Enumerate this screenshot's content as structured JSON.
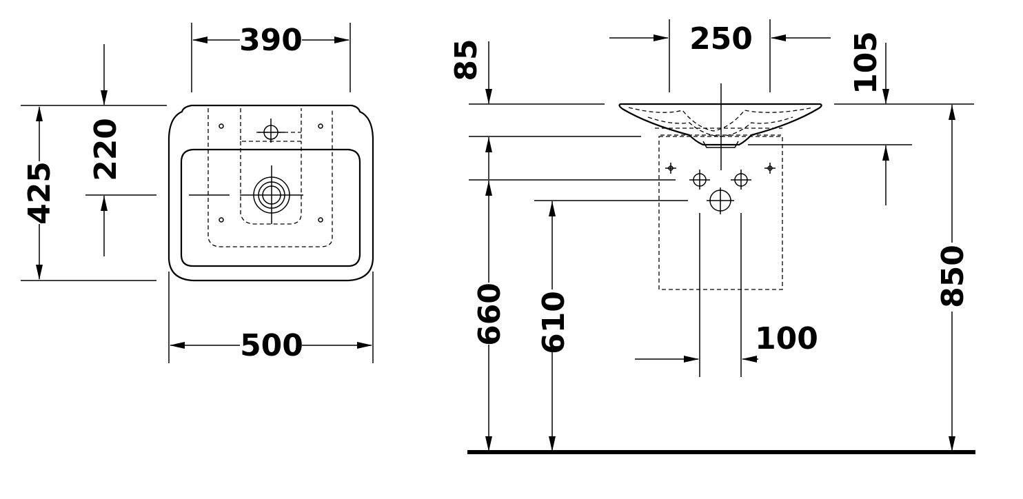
{
  "dimensions": {
    "top_width": "390",
    "overall_depth": "425",
    "tap_hole_offset": "220",
    "overall_width": "500",
    "bowl_width": "250",
    "rim_height": "85",
    "overflow_offset": "105",
    "waste_height": "660",
    "supply_height": "610",
    "supply_spacing": "100",
    "total_height": "850"
  }
}
